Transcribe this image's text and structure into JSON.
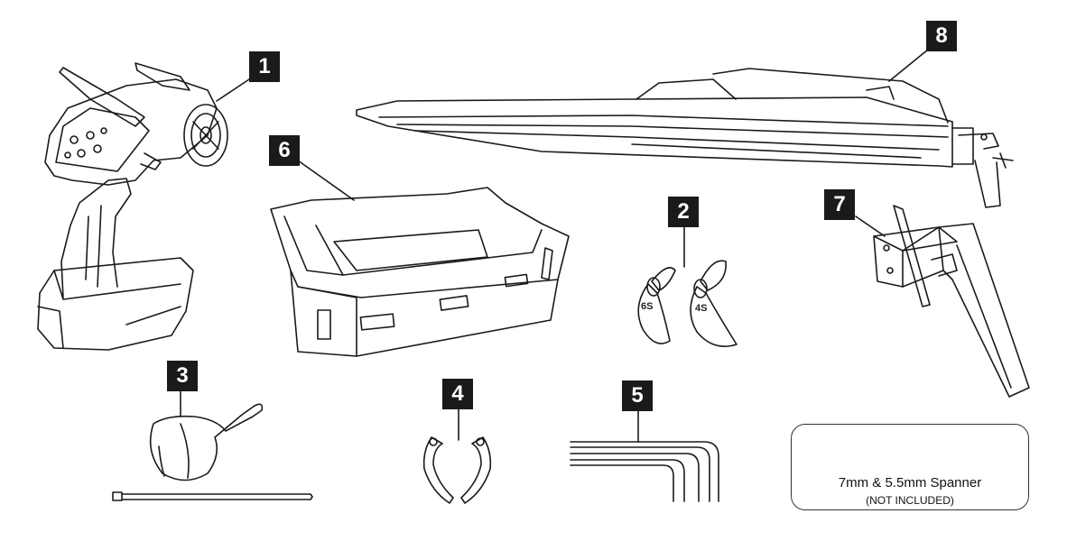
{
  "callouts": {
    "transmitter": "1",
    "propellers": "2",
    "balloon_and_tie": "3",
    "hull_covers": "4",
    "hex_keys": "5",
    "stand": "6",
    "rudder": "7",
    "boat": "8"
  },
  "propeller_marks": {
    "left": "6S",
    "right": "4S"
  },
  "spanner": {
    "title": "7mm & 5.5mm Spanner",
    "note": "(NOT INCLUDED)"
  },
  "colors": {
    "line": "#1a1a1a",
    "label_bg": "#1a1a1a",
    "label_text": "#ffffff",
    "background": "#ffffff"
  },
  "icons": [
    "transmitter-icon",
    "speedboat-icon",
    "boat-stand-icon",
    "propeller-icon",
    "rudder-icon",
    "balloon-icon",
    "cable-tie-icon",
    "hull-cover-icon",
    "hex-key-icon",
    "spanner-icon"
  ]
}
